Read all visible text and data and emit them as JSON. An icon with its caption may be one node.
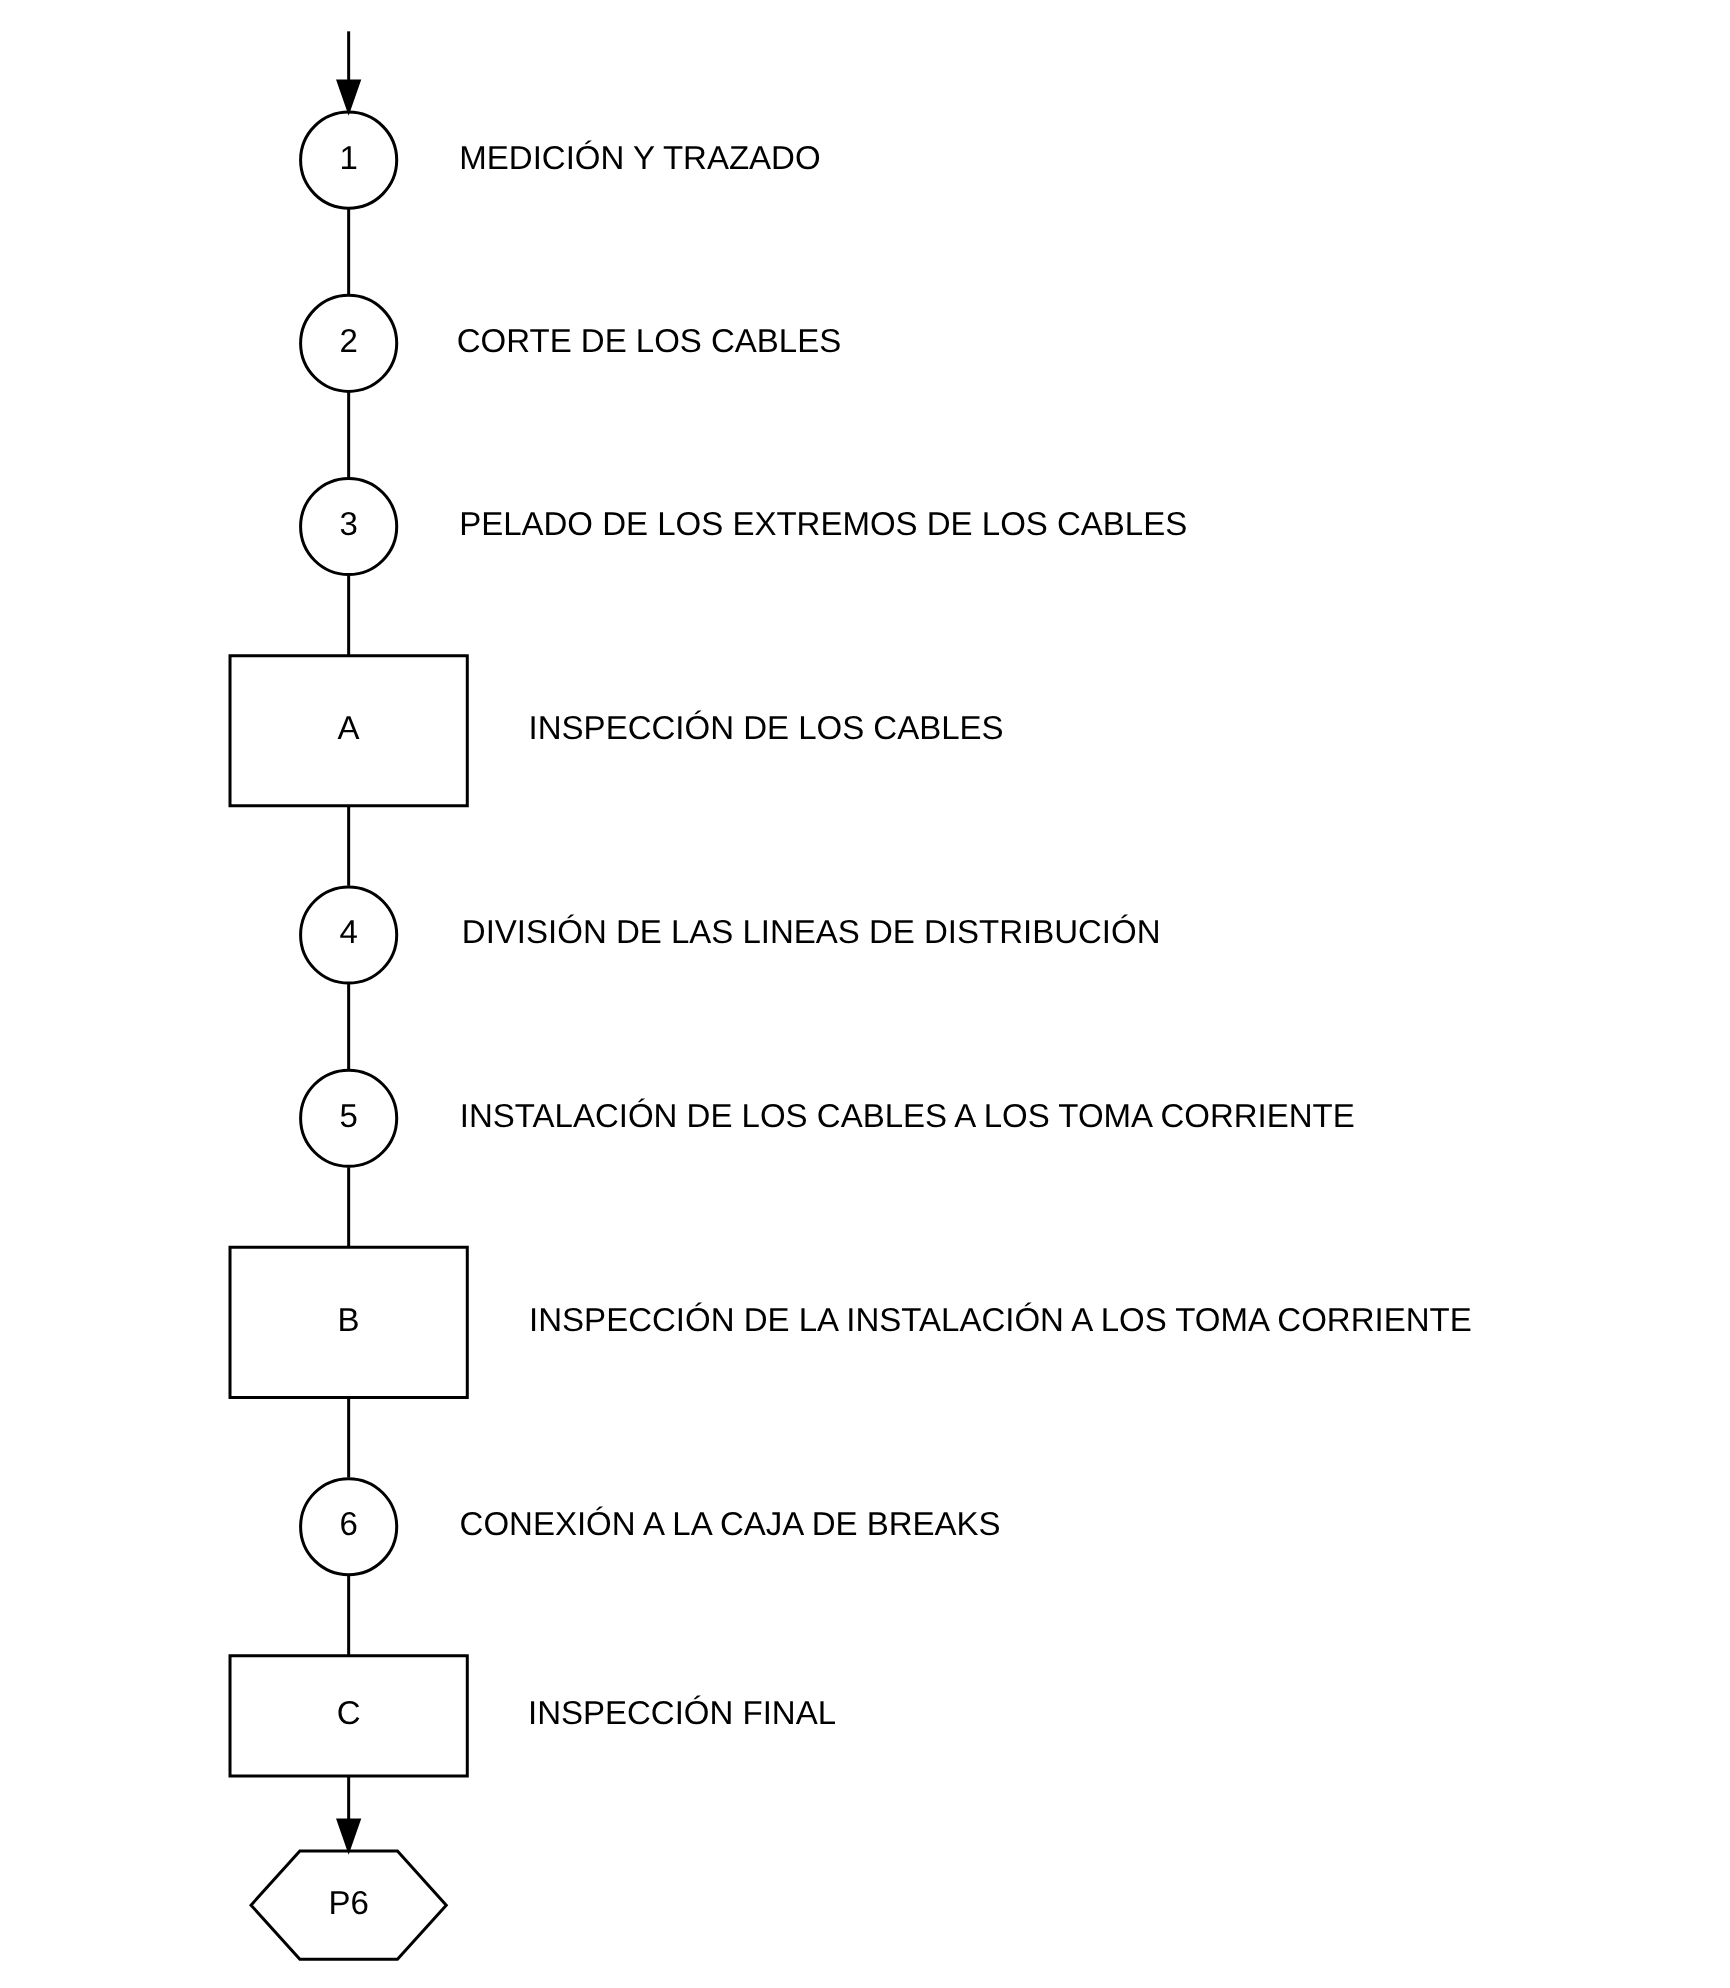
{
  "diagram": {
    "nodes": [
      {
        "text": [
          "1"
        ],
        "beside": [
          "MEDICIÓN Y TRAZADO"
        ]
      },
      {
        "text": [
          "2"
        ],
        "beside": [
          "CORTE DE LOS CABLES"
        ]
      },
      {
        "text": [
          "3"
        ],
        "beside": [
          "PELADO DE LOS EXTREMOS DE LOS CABLES"
        ]
      },
      {
        "text": [
          "A"
        ],
        "beside": [
          "INSPECCIÓN DE LOS CABLES"
        ]
      },
      {
        "text": [
          "4"
        ],
        "beside": [
          "DIVISIÓN DE LAS LINEAS DE DISTRIBUCIÓN"
        ]
      },
      {
        "text": [
          "5"
        ],
        "beside": [
          "INSTALACIÓN DE LOS CABLES A LOS TOMA CORRIENTE"
        ]
      },
      {
        "text": [
          "B"
        ],
        "beside": [
          "INSPECCIÓN DE LA INSTALACIÓN A LOS TOMA CORRIENTE"
        ]
      },
      {
        "text": [
          "6"
        ],
        "beside": [
          "CONEXIÓN A LA CAJA DE BREAKS"
        ]
      },
      {
        "text": [
          "C"
        ],
        "beside": [
          "INSPECCIÓN FINAL"
        ]
      },
      {
        "text": [
          "P6"
        ]
      }
    ],
    "edges": [
      {
        "from": null,
        "to": 0,
        "arrow": "to"
      },
      {
        "from": 0,
        "to": 1,
        "arrow": "none"
      },
      {
        "from": 1,
        "to": 2,
        "arrow": "none"
      },
      {
        "from": 2,
        "to": 3,
        "arrow": "none"
      },
      {
        "from": 3,
        "to": 4,
        "arrow": "none"
      },
      {
        "from": 4,
        "to": 5,
        "arrow": "none"
      },
      {
        "from": 5,
        "to": 6,
        "arrow": "none"
      },
      {
        "from": 6,
        "to": 7,
        "arrow": "none"
      },
      {
        "from": 7,
        "to": 8,
        "arrow": "none"
      },
      {
        "from": 8,
        "to": 9,
        "arrow": "to"
      }
    ]
  }
}
